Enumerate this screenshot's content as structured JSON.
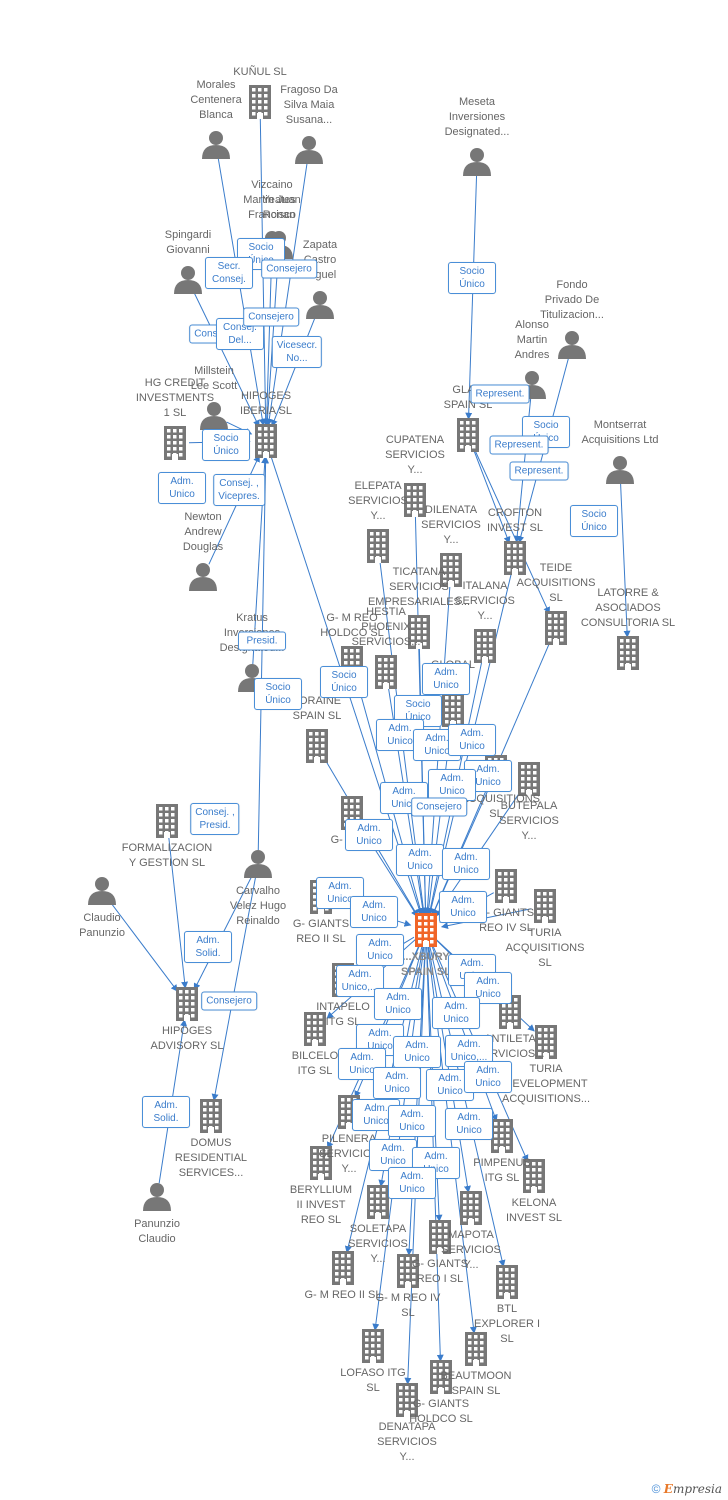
{
  "colors": {
    "edge": "#3a7ccb",
    "building": "#777777",
    "focus": "#f06528",
    "person": "#777777"
  },
  "footer": {
    "copyright": "©",
    "brand_e": "E",
    "brand_rest": "mpresia"
  },
  "nodes": [
    {
      "id": "kunul",
      "type": "company",
      "label": "KUÑUL  SL"
    },
    {
      "id": "morales",
      "type": "person",
      "label": "Morales\nCentenera\nBlanca"
    },
    {
      "id": "fragoso",
      "type": "person",
      "label": "Fragoso Da\nSilva Maia\nSusana..."
    },
    {
      "id": "meseta",
      "type": "person",
      "label": "Meseta\nInversiones\nDesignated..."
    },
    {
      "id": "vizcaino",
      "type": "person",
      "label": "Vizcaino\nMartin Juan\nFrancisco"
    },
    {
      "id": "yeates",
      "type": "person",
      "label": "Yeates\nRonan"
    },
    {
      "id": "spingardi",
      "type": "person",
      "label": "Spingardi\nGiovanni"
    },
    {
      "id": "zapata",
      "type": "person",
      "label": "Zapata\nCastro\nMiguel"
    },
    {
      "id": "fondo",
      "type": "person",
      "label": "Fondo\nPrivado De\nTitulizacion..."
    },
    {
      "id": "alonso",
      "type": "person",
      "label": "Alonso\nMartin\nAndres"
    },
    {
      "id": "millstein",
      "type": "person",
      "label": "Millstein\nLee Scott"
    },
    {
      "id": "hgcredit",
      "type": "company",
      "label": "HG CREDIT\nINVESTMENTS\n1 SL"
    },
    {
      "id": "hipoges_iberia",
      "type": "company",
      "label": "HIPOGES\nIBERIA SL"
    },
    {
      "id": "glax",
      "type": "company",
      "label": "GLA...\nSPAIN  SL"
    },
    {
      "id": "montserrat",
      "type": "person",
      "label": "Montserrat\nAcquisitions Ltd"
    },
    {
      "id": "cupatena",
      "type": "company",
      "label": "CUPATENA\nSERVICIOS\nY..."
    },
    {
      "id": "elepata",
      "type": "company",
      "label": "ELEPATA\nSERVICIOS\nY..."
    },
    {
      "id": "dilenata",
      "type": "company",
      "label": "DILENATA\nSERVICIOS\nY..."
    },
    {
      "id": "crofton",
      "type": "company",
      "label": "CROFTON\nINVEST SL"
    },
    {
      "id": "newton",
      "type": "person",
      "label": "Newton\nAndrew\nDouglas"
    },
    {
      "id": "teide",
      "type": "company",
      "label": "TEIDE\nACQUISITIONS\nSL"
    },
    {
      "id": "latorre",
      "type": "company",
      "label": "LATORRE &\nASOCIADOS\nCONSULTORIA SL"
    },
    {
      "id": "ticatana",
      "type": "company",
      "label": "TICATANA\nSERVICIOS\nEMPRESARIALES..."
    },
    {
      "id": "italana",
      "type": "company",
      "label": "ITALANA\nSERVICIOS\nY..."
    },
    {
      "id": "hestia",
      "type": "company",
      "label": "HESTIA\nPHOENIX\nSERVICIOS..."
    },
    {
      "id": "gmreo_holdco",
      "type": "company",
      "label": "G- M REO\nHOLDCO  SL"
    },
    {
      "id": "kratus",
      "type": "person",
      "label": "Kratus\nInversiones\nDesignated..."
    },
    {
      "id": "global",
      "type": "company",
      "label": "GLOBAL\n...  SL"
    },
    {
      "id": "loraine",
      "type": "company",
      "label": "LORAINE\nSPAIN  SL"
    },
    {
      "id": "butepala",
      "type": "company",
      "label": "BUTEPALA\nSERVICIOS\nY..."
    },
    {
      "id": "acquisitions",
      "type": "company",
      "label": "...ACQUISITIONS\nSL"
    },
    {
      "id": "gpb",
      "type": "company",
      "label": "G- P-B..."
    },
    {
      "id": "formalizacion",
      "type": "company",
      "label": "FORMALIZACION\nY GESTION SL"
    },
    {
      "id": "claudio",
      "type": "person",
      "label": "Claudio\nPanunzio"
    },
    {
      "id": "carvalho",
      "type": "person",
      "label": "Carvalho\nVelez Hugo\nReinaldo"
    },
    {
      "id": "giants_reo2",
      "type": "company",
      "label": "G- GIANTS\nREO II  SL"
    },
    {
      "id": "focus",
      "type": "focus",
      "label": "...XBURY\nSPAIN  SL"
    },
    {
      "id": "giants_reo4",
      "type": "company",
      "label": "G- GIANTS\nREO IV  SL"
    },
    {
      "id": "turia_acq",
      "type": "company",
      "label": "TURIA\nACQUISITIONS\nSL"
    },
    {
      "id": "hipoges_adv",
      "type": "company",
      "label": "HIPOGES\nADVISORY  SL"
    },
    {
      "id": "intapelo",
      "type": "company",
      "label": "INTAPELO\nITG  SL"
    },
    {
      "id": "bilcelo",
      "type": "company",
      "label": "BILCELO\nITG  SL"
    },
    {
      "id": "antileta",
      "type": "company",
      "label": "ANTILETA\nSERVICIOS..."
    },
    {
      "id": "turia_dev",
      "type": "company",
      "label": "TURIA\nDEVELOPMENT\nACQUISITIONS..."
    },
    {
      "id": "domus",
      "type": "company",
      "label": "DOMUS\nRESIDENTIAL\nSERVICES..."
    },
    {
      "id": "pilenera",
      "type": "company",
      "label": "PILENERA\nSERVICIOS\nY..."
    },
    {
      "id": "pimpenus",
      "type": "company",
      "label": "PIMPENUS\nITG  SL"
    },
    {
      "id": "kelona",
      "type": "company",
      "label": "KELONA\nINVEST  SL"
    },
    {
      "id": "beryllium",
      "type": "company",
      "label": "BERYLLIUM\nII INVEST\nREO  SL"
    },
    {
      "id": "panunzio",
      "type": "person",
      "label": "Panunzio\nClaudio"
    },
    {
      "id": "soletapa",
      "type": "company",
      "label": "SOLETAPA\nSERVICIOS\nY..."
    },
    {
      "id": "mapota",
      "type": "company",
      "label": "MAPOTA\nSERVICIOS\nY..."
    },
    {
      "id": "btl",
      "type": "company",
      "label": "BTL\nEXPLORER I\nSL"
    },
    {
      "id": "gmreo2",
      "type": "company",
      "label": "G- M REO II  SL"
    },
    {
      "id": "gmreo4",
      "type": "company",
      "label": "G- M REO IV\nSL"
    },
    {
      "id": "giants_reo1",
      "type": "company",
      "label": "G- GIANTS\nREO I  SL"
    },
    {
      "id": "lofaso",
      "type": "company",
      "label": "LOFASO ITG\nSL"
    },
    {
      "id": "beautmoon",
      "type": "company",
      "label": "BEAUTMOON\nSPAIN  SL"
    },
    {
      "id": "giants_holdco",
      "type": "company",
      "label": "G- GIANTS\nHOLDCO  SL"
    },
    {
      "id": "denatapa",
      "type": "company",
      "label": "DENATAPA\nSERVICIOS\nY..."
    }
  ],
  "edge_labels": [
    {
      "id": "e1",
      "text": "Socio\nÚnico"
    },
    {
      "id": "e2",
      "text": "Secr.\nConsej."
    },
    {
      "id": "e3",
      "text": "Consejero"
    },
    {
      "id": "e4",
      "text": "Consejero"
    },
    {
      "id": "e5",
      "text": "Consej.\nDel..."
    },
    {
      "id": "e6",
      "text": "Consejero"
    },
    {
      "id": "e7",
      "text": "Vicesecr.\nNo..."
    },
    {
      "id": "e8",
      "text": "Socio\nÚnico"
    },
    {
      "id": "e9",
      "text": "Socio\nÚnico"
    },
    {
      "id": "e10",
      "text": "Represent."
    },
    {
      "id": "e11",
      "text": "Socio\nÚnico"
    },
    {
      "id": "e12",
      "text": "Represent."
    },
    {
      "id": "e13",
      "text": "Represent."
    },
    {
      "id": "e14",
      "text": "Socio\nÚnico"
    },
    {
      "id": "e15",
      "text": "Adm.\nUnico"
    },
    {
      "id": "e16",
      "text": "Consej. ,\nVicepres."
    },
    {
      "id": "e17",
      "text": "Presid."
    },
    {
      "id": "e18",
      "text": "Socio\nÚnico"
    },
    {
      "id": "e19",
      "text": "Socio\nÚnico"
    },
    {
      "id": "e20",
      "text": "Adm.\nUnico"
    },
    {
      "id": "e21",
      "text": "Socio\nÚnico"
    },
    {
      "id": "e22",
      "text": "Adm.\nUnico"
    },
    {
      "id": "e23",
      "text": "Adm.\nUnico"
    },
    {
      "id": "e24",
      "text": "Adm.\nUnico"
    },
    {
      "id": "e25",
      "text": "Adm.\nUnico"
    },
    {
      "id": "e26",
      "text": "Adm.\nUnico"
    },
    {
      "id": "e27",
      "text": "Adm.\nUnico"
    },
    {
      "id": "e28",
      "text": "Consejero"
    },
    {
      "id": "e29",
      "text": "Adm.\nUnico"
    },
    {
      "id": "e30",
      "text": "Consej. ,\nPresid."
    },
    {
      "id": "e31",
      "text": "Adm.\nUnico"
    },
    {
      "id": "e32",
      "text": "Adm.\nUnico"
    },
    {
      "id": "e33",
      "text": "Adm.\nUnico"
    },
    {
      "id": "e34",
      "text": "Adm.\nUnico"
    },
    {
      "id": "e35",
      "text": "Adm.\nUnico"
    },
    {
      "id": "e36",
      "text": "Adm.\nUnico"
    },
    {
      "id": "e37",
      "text": "Adm.\nUnico"
    },
    {
      "id": "e38",
      "text": "Adm.\nUnico,..."
    },
    {
      "id": "e39",
      "text": "Adm.\nSolid."
    },
    {
      "id": "e40",
      "text": "Consejero"
    },
    {
      "id": "e41",
      "text": "Adm.\nUnico"
    },
    {
      "id": "e42",
      "text": "Adm.\nUnico"
    },
    {
      "id": "e43",
      "text": "Adm.\nUnico"
    },
    {
      "id": "e44",
      "text": "Adm.\nUnico"
    },
    {
      "id": "e45",
      "text": "Adm.\nUnico"
    },
    {
      "id": "e46",
      "text": "Adm.\nUnico,..."
    },
    {
      "id": "e47",
      "text": "Adm.\nUnico"
    },
    {
      "id": "e48",
      "text": "Adm.\nUnico"
    },
    {
      "id": "e49",
      "text": "Adm.\nUnico"
    },
    {
      "id": "e50",
      "text": "Adm.\nSolid."
    },
    {
      "id": "e51",
      "text": "Adm.\nUnico"
    },
    {
      "id": "e52",
      "text": "Adm.\nUnico"
    },
    {
      "id": "e53",
      "text": "Adm.\nUnico"
    },
    {
      "id": "e54",
      "text": "Adm.\nUnico"
    },
    {
      "id": "e55",
      "text": "Adm.\nUnico"
    },
    {
      "id": "e56",
      "text": "Adm.\nUnico"
    },
    {
      "id": "e57",
      "text": "Adm.\nUnico"
    }
  ]
}
